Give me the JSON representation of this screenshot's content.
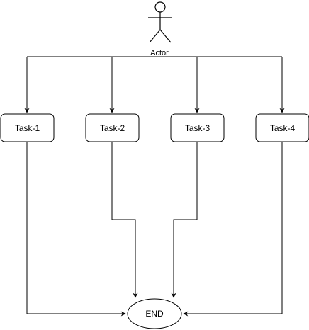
{
  "diagram": {
    "actor": {
      "label": "Actor",
      "icon": "stick-figure-icon"
    },
    "tasks": [
      {
        "label": "Task-1"
      },
      {
        "label": "Task-2"
      },
      {
        "label": "Task-3"
      },
      {
        "label": "Task-4"
      }
    ],
    "end": {
      "label": "END"
    },
    "colors": {
      "stroke": "#000000",
      "fill": "#ffffff",
      "text": "#000000"
    }
  }
}
